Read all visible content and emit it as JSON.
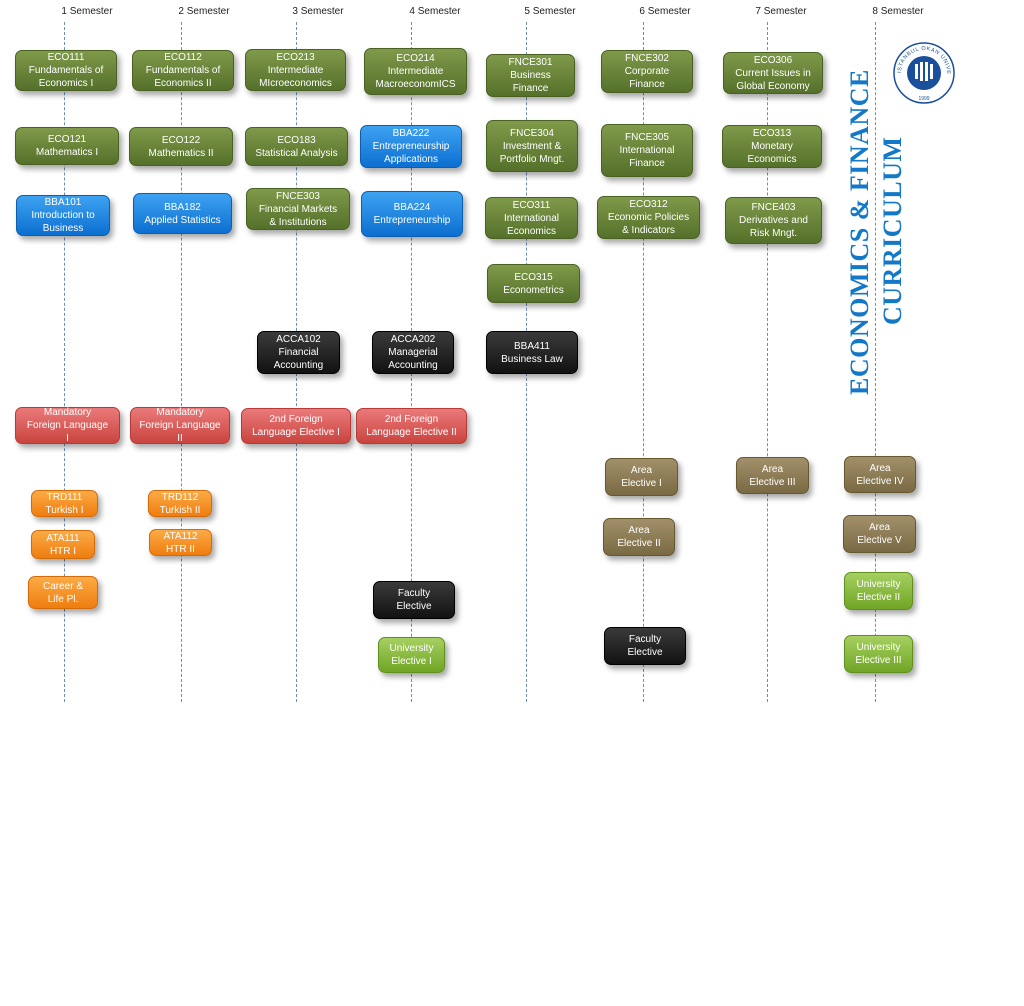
{
  "semesters": [
    "1 Semester",
    "2 Semester",
    "3 Semester",
    "4 Semester",
    "5 Semester",
    "6 Semester",
    "7 Semester",
    "8 Semester"
  ],
  "title_line1": "ECONOMICS & FINANCE",
  "title_line2": "CURRICULUM",
  "seal": {
    "text": "ISTANBUL OKAN UNIVERSITY",
    "year": "1999",
    "color": "#1a4f9c"
  },
  "colors": {
    "core": "#6b8a3a",
    "bba": "#1a8be6",
    "accounting": "#1f1f1f",
    "language": "#d9534f",
    "turkish": "#f5901e",
    "area_elective": "#8b7b52",
    "university_elective": "#8bbf3c"
  },
  "courses": [
    {
      "text": "ECO111\nFundamentals of\nEconomics I",
      "color": "olive"
    },
    {
      "text": "ECO121\nMathematics I",
      "color": "olive"
    },
    {
      "text": "BBA101\nIntroduction to\nBusiness",
      "color": "blue"
    },
    {
      "text": "Mandatory\nForeign Language\nI",
      "color": "red"
    },
    {
      "text": "TRD111\nTurkish I",
      "color": "orange"
    },
    {
      "text": "ATA111\nHTR I",
      "color": "orange"
    },
    {
      "text": "Career &\nLife Pl.",
      "color": "orange"
    },
    {
      "text": "ECO112\nFundamentals of\nEconomics II",
      "color": "olive"
    },
    {
      "text": "ECO122\nMathematics II",
      "color": "olive"
    },
    {
      "text": "BBA182\nApplied Statistics",
      "color": "blue"
    },
    {
      "text": "Mandatory\nForeign Language\nII",
      "color": "red"
    },
    {
      "text": "TRD112\nTurkish II",
      "color": "orange"
    },
    {
      "text": "ATA112\nHTR II",
      "color": "orange"
    },
    {
      "text": "ECO213\nIntermediate\nMIcroeconomics",
      "color": "olive"
    },
    {
      "text": "ECO183\nStatistical Analysis",
      "color": "olive"
    },
    {
      "text": "FNCE303\nFinancial Markets\n& Institutions",
      "color": "olive"
    },
    {
      "text": "ACCA102\nFinancial\nAccounting",
      "color": "black"
    },
    {
      "text": "2nd Foreign\nLanguage Elective I",
      "color": "red"
    },
    {
      "text": "ECO214\nIntermediate\nMacroeconomICS",
      "color": "olive"
    },
    {
      "text": "BBA222\nEntrepreneurship\nApplications",
      "color": "blue"
    },
    {
      "text": "BBA224\nEntrepreneurship",
      "color": "blue"
    },
    {
      "text": "ACCA202\nManagerial\nAccounting",
      "color": "black"
    },
    {
      "text": "2nd Foreign\nLanguage Elective II",
      "color": "red"
    },
    {
      "text": "Faculty\nElective",
      "color": "black"
    },
    {
      "text": "University\nElective I",
      "color": "lime"
    },
    {
      "text": "FNCE301\nBusiness\nFinance",
      "color": "olive"
    },
    {
      "text": "FNCE304\nInvestment &\nPortfolio Mngt.",
      "color": "olive"
    },
    {
      "text": "ECO311\nInternational\nEconomics",
      "color": "olive"
    },
    {
      "text": "ECO315\nEconometrics",
      "color": "olive"
    },
    {
      "text": "BBA411\nBusiness Law",
      "color": "black"
    },
    {
      "text": "FNCE302\nCorporate\nFinance",
      "color": "olive"
    },
    {
      "text": "FNCE305\nInternational\nFinance",
      "color": "olive"
    },
    {
      "text": "ECO312\nEconomic Policies\n& Indicators",
      "color": "olive"
    },
    {
      "text": "Area\nElective I",
      "color": "khaki"
    },
    {
      "text": "Area\nElective II",
      "color": "khaki"
    },
    {
      "text": "Faculty\nElective",
      "color": "black"
    },
    {
      "text": "ECO306\nCurrent Issues in\nGlobal Economy",
      "color": "olive"
    },
    {
      "text": "ECO313\nMonetary\nEconomics",
      "color": "olive"
    },
    {
      "text": "FNCE403\nDerivatives and\nRisk Mngt.",
      "color": "olive"
    },
    {
      "text": "Area\nElective III",
      "color": "khaki"
    },
    {
      "text": "Area\nElective IV",
      "color": "khaki"
    },
    {
      "text": "Area\nElective V",
      "color": "khaki"
    },
    {
      "text": "University\nElective II",
      "color": "lime"
    },
    {
      "text": "University\nElective III",
      "color": "lime"
    }
  ]
}
